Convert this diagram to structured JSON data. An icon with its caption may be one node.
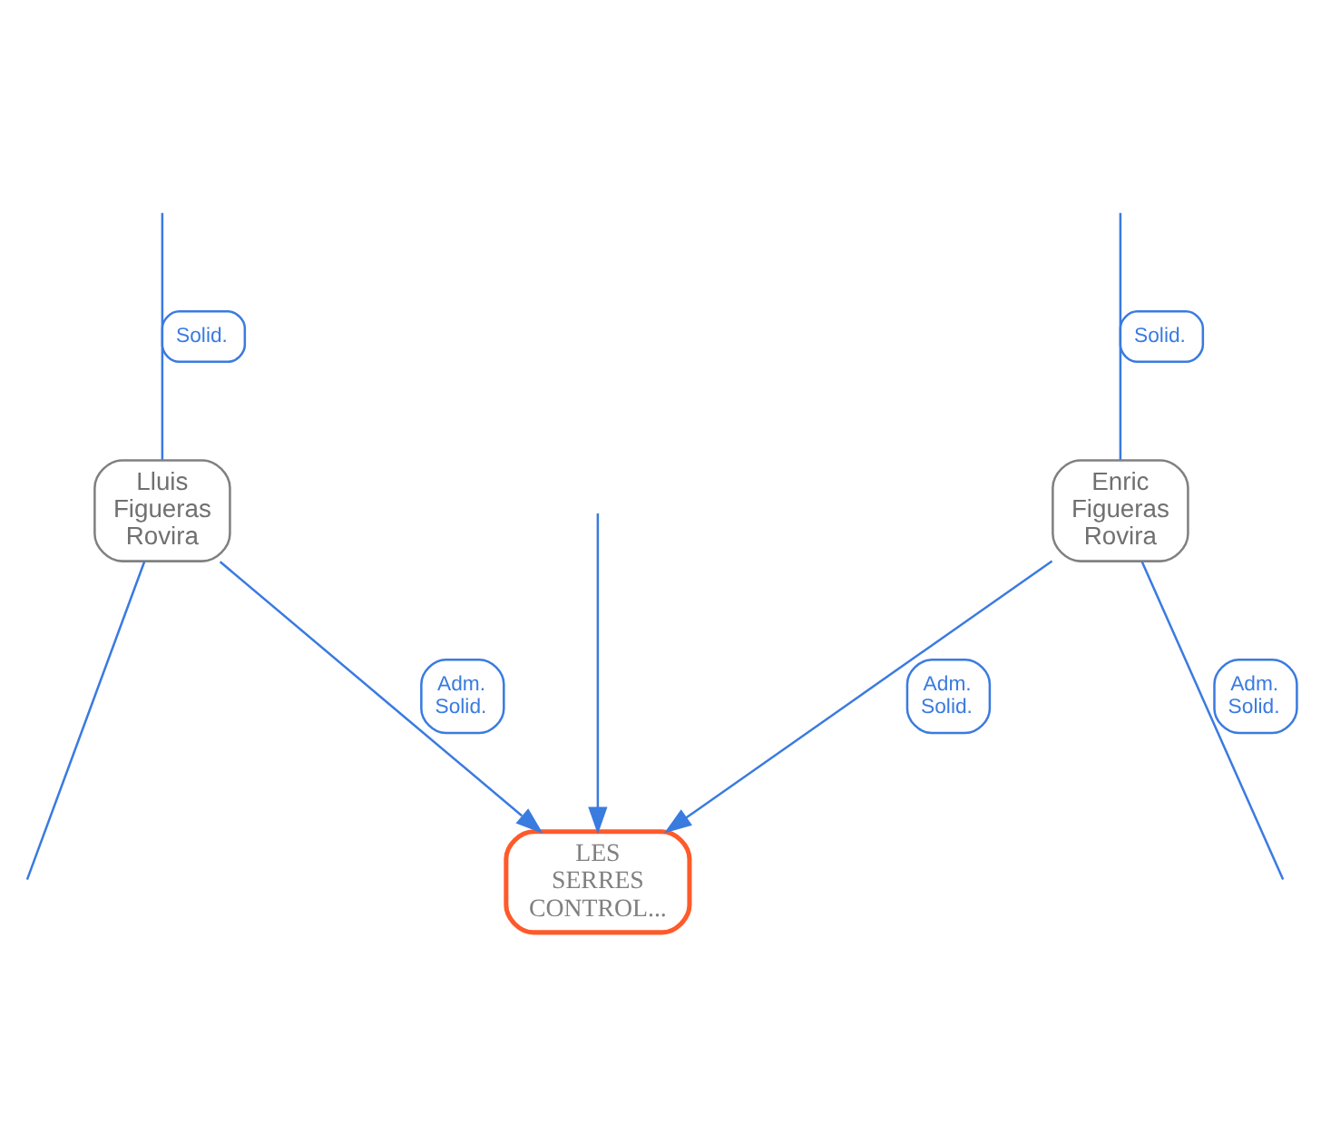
{
  "diagram": {
    "nodes": [
      {
        "text": [
          "Enric Figueras Rovira"
        ]
      },
      {
        "text": [
          "Lluis Figueras Rovira"
        ]
      },
      {
        "text": [
          "LES SERRES CONTROL..."
        ]
      }
    ],
    "edges": [
      {
        "from": 0,
        "to": null,
        "arrow": "none",
        "label": "Adm. Solid."
      },
      {
        "from": 1,
        "to": null,
        "arrow": "none"
      },
      {
        "from": 0,
        "to": 2,
        "arrow": "to",
        "label": "Adm. Solid."
      },
      {
        "from": 1,
        "to": 2,
        "arrow": "to",
        "label": "Adm. Solid."
      },
      {
        "from": 0,
        "to": null,
        "arrow": "none",
        "label": "Solid."
      },
      {
        "from": 1,
        "to": null,
        "arrow": "none",
        "label": "Solid."
      },
      {
        "from": null,
        "to": 2,
        "arrow": "to"
      }
    ]
  }
}
